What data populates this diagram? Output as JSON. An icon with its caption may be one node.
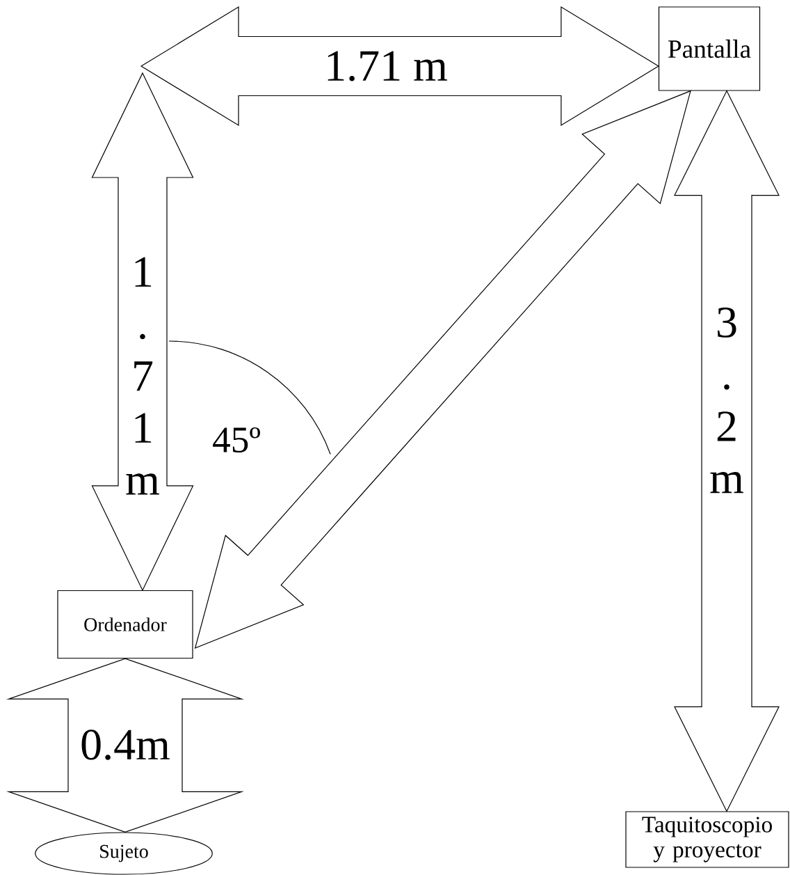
{
  "diagram": {
    "nodes": [
      {
        "text": [
          "Pantalla"
        ]
      },
      {
        "text": [
          "Ordenador"
        ]
      },
      {
        "text": [
          "Taquitoscopio y proyector"
        ]
      },
      {
        "text": [
          "Sujeto"
        ]
      }
    ],
    "edges": [
      {
        "from": null,
        "to": 0,
        "arrow": "both",
        "label": "1.71 m"
      },
      {
        "from": null,
        "to": 1,
        "arrow": "both",
        "label": "1 . 7 1 m"
      },
      {
        "from": 1,
        "to": 0,
        "arrow": "both"
      },
      {
        "from": 0,
        "to": 2,
        "arrow": "both",
        "label": "3 . 2 m"
      },
      {
        "from": 1,
        "to": 3,
        "arrow": "both",
        "label": "0.4m"
      }
    ],
    "labels": [
      "45º"
    ]
  }
}
